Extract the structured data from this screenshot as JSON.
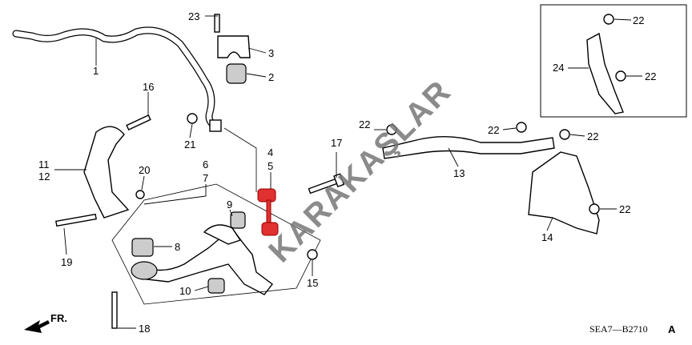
{
  "diagram": {
    "title_code": "SEA7—B2710",
    "revision": "A",
    "direction_label": "FR.",
    "watermark": "KARAKAŞLAR",
    "labels": {
      "stabilizer_bar": "1",
      "bushing": "2",
      "holder": "3",
      "link_4": "4",
      "link_5": "5",
      "lower_arm_6": "6",
      "lower_arm_7": "7",
      "bushing_8": "8",
      "bushing_9": "9",
      "bushing_10": "10",
      "knuckle_11": "11",
      "knuckle_12": "12",
      "crossmember": "13",
      "bracket_14": "14",
      "nut_15": "15",
      "bolt_16": "16",
      "bolt_17": "17",
      "bolt_18": "18",
      "bolt_19": "19",
      "nut_20": "20",
      "nut_21": "21",
      "nut_22_a": "22",
      "nut_22_b": "22",
      "nut_22_c": "22",
      "nut_22_d": "22",
      "nut_22_e": "22",
      "nut_22_f": "22",
      "bolt_23": "23",
      "bracket_24": "24"
    }
  }
}
